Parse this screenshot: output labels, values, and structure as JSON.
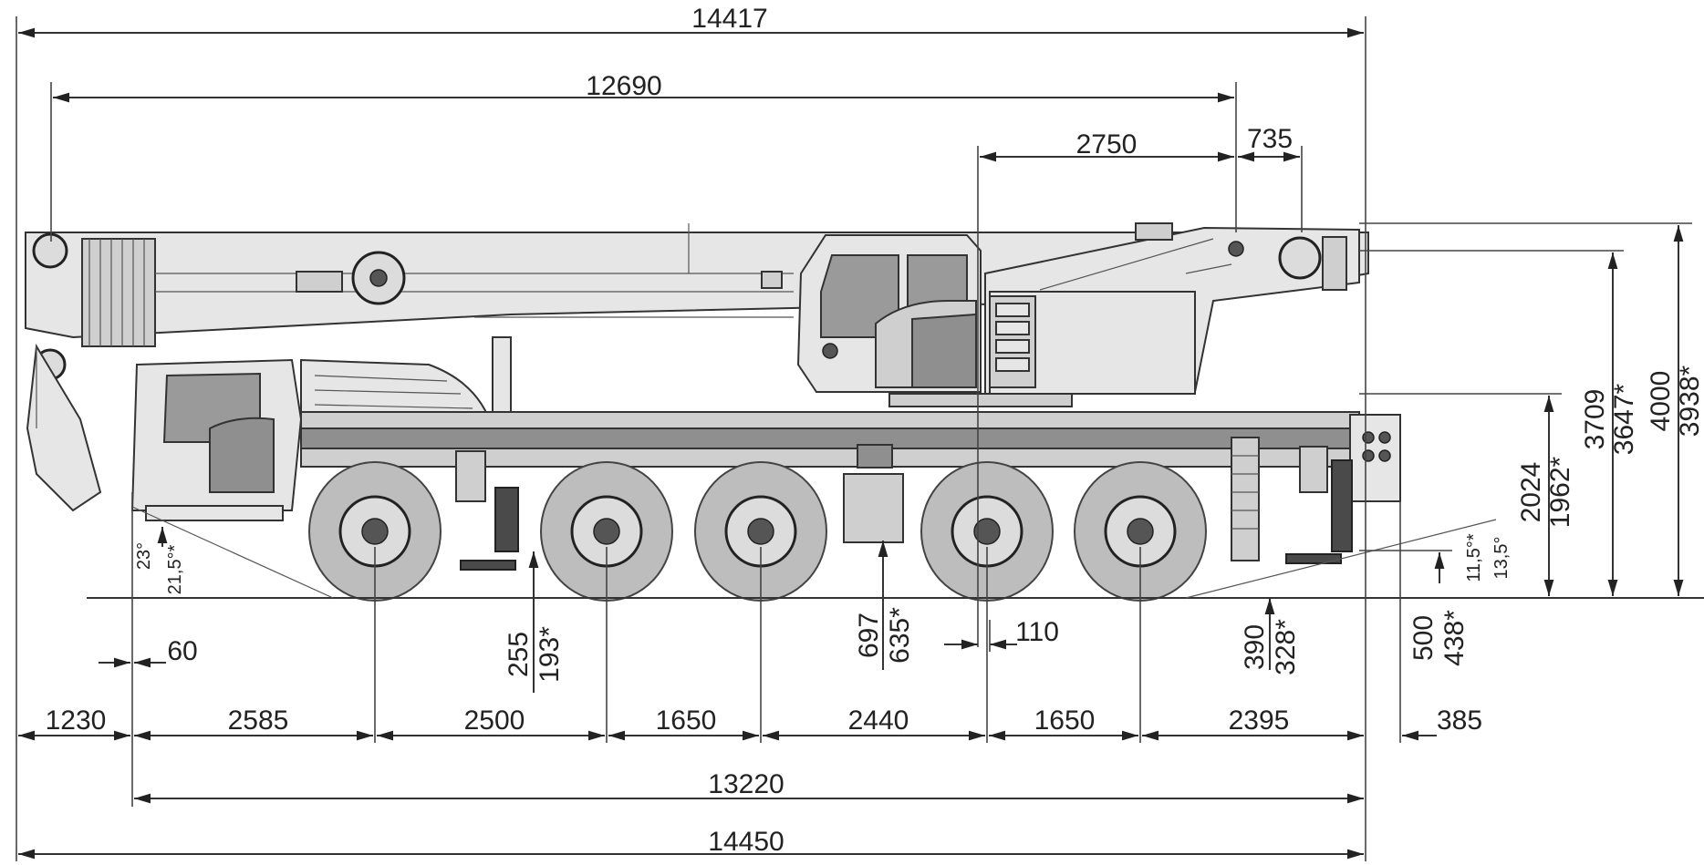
{
  "dimensions": {
    "overall_length_top": "14417",
    "boom_length": "12690",
    "superstructure_front": "2750",
    "superstructure_rear": "735",
    "height_total": "4000",
    "height_total_alt": "3938*",
    "height_cab": "3709",
    "height_cab_alt": "3647*",
    "height_deck": "2024",
    "height_deck_alt": "1962*",
    "approach_angle": "23°",
    "approach_angle_alt": "21,5°*",
    "departure_angle": "13,5°",
    "departure_angle_alt": "11,5°*",
    "front_overhang_small": "60",
    "clearance_front": "255",
    "clearance_front_alt": "193*",
    "clearance_mid": "697",
    "clearance_mid_alt": "635*",
    "offset_mid": "110",
    "clearance_rear": "390",
    "clearance_rear_alt": "328*",
    "rear_height": "500",
    "rear_height_alt": "438*",
    "front_overhang": "1230",
    "axle_spacing": [
      "2585",
      "2500",
      "1650",
      "2440",
      "1650",
      "2395"
    ],
    "rear_overhang": "385",
    "carrier_length": "13220",
    "overall_length_bottom": "14450"
  }
}
